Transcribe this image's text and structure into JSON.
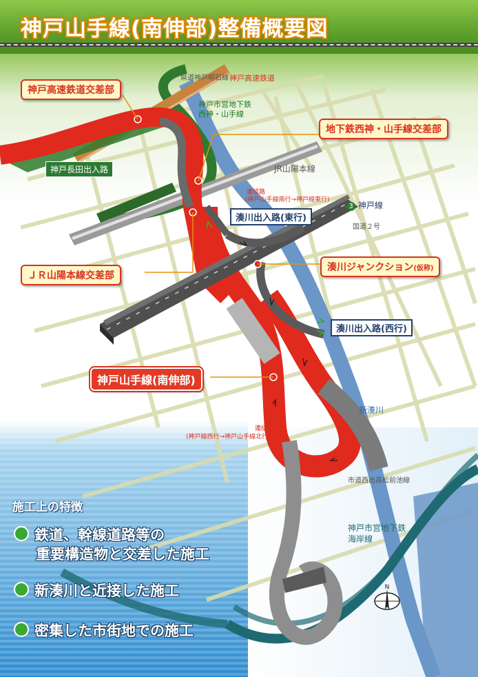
{
  "title": "神戸山手線(南伸部)整備概要図",
  "callouts": {
    "kobe_rapid_crossing": "神戸高速鉄道交差部",
    "subway_crossing": "地下鉄西神・山手線交差部",
    "jr_crossing": "ＪＲ山陽本線交差部",
    "minatogawa_jct": "湊川ジャンクション",
    "minatogawa_jct_tentative": "(仮称)",
    "yamate_south": "神戸山手線(南伸部)"
  },
  "labels": {
    "prefectural_road": "県道神戸明石線",
    "kobe_rapid_railway": "神戸高速鉄道",
    "subway_seishin_1": "神戸市営地下鉄",
    "subway_seishin_2": "西神・山手線",
    "nagata_ramp": "神戸長田出入路",
    "jr_sanyo": "JR山陽本線",
    "connector_north_1": "連結路",
    "connector_north_2": "(神戸山手線南行→神戸線東行)",
    "minatogawa_east": "湊川出入路(東行)",
    "route3_number": "3",
    "route3_name": "神戸線",
    "national_road2": "国道２号",
    "minatogawa_west": "湊川出入路(西行)",
    "shin_minatogawa": "新湊川",
    "connector_south_1": "連結路",
    "connector_south_2": "(神戸線西行→神戸山手線北行)",
    "city_road": "市道西出高松前池線",
    "subway_kaigan_1": "神戸市営地下鉄",
    "subway_kaigan_2": "海岸線"
  },
  "features": {
    "heading": "施工上の特徴",
    "items": [
      {
        "line1": "鉄道、幹線道路等の",
        "line2": "重要構造物と交差した施工"
      },
      {
        "line1": "新湊川と近接した施工",
        "line2": ""
      },
      {
        "line1": "密集した市街地での施工",
        "line2": ""
      }
    ]
  },
  "compass": {
    "north": "N"
  },
  "colors": {
    "expressway": "#4f4f4f",
    "new_route": "#e02a1d",
    "river": "#6a96c8",
    "green_rail": "#2f7a2e",
    "kobe_rapid": "#c8833e",
    "subway_kaigan": "#1f6a72",
    "street_grid": "#d9dcae",
    "accent_orange": "#e8900c"
  }
}
